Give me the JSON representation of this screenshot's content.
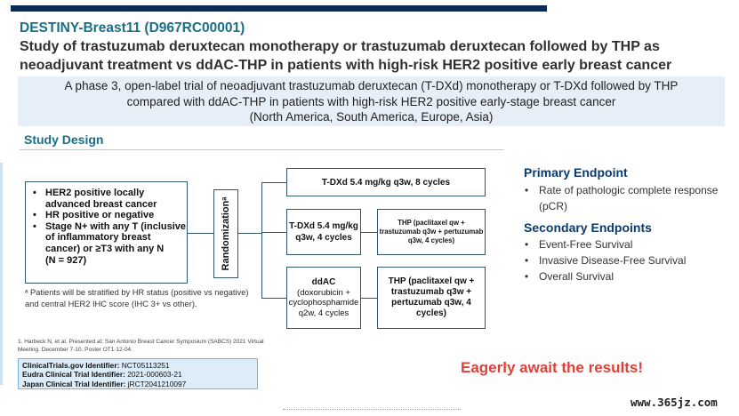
{
  "header": {
    "trial_name": "DESTINY-Breast11 (D967RC00001)",
    "title": "Study of trastuzumab deruxtecan monotherapy or trastuzumab deruxtecan followed by THP as neoadjuvant treatment vs ddAC-THP in patients with high-risk HER2 positive early breast cancer",
    "description_line1": "A phase 3, open-label trial of neoadjuvant trastuzumab deruxtecan (T-DXd) monotherapy or T-DXd followed by THP",
    "description_line2": "compared with ddAC-THP in patients with high-risk HER2 positive early-stage breast cancer",
    "description_line3": "(North America, South America, Europe, Asia)"
  },
  "study_design": {
    "title": "Study Design",
    "eligibility": [
      "HER2 positive locally advanced breast cancer",
      "HR positive or negative",
      "Stage N+ with any T (inclusive of inflammatory breast cancer) or ≥T3 with any N"
    ],
    "sample_size": "(N = 927)",
    "randomization_label": "Randomizationᵃ",
    "footnote": "ᵃ Patients will be stratified by HR status (positive vs negative) and central HER2 IHC score (IHC 3+ vs other).",
    "arms": {
      "arm1": "T-DXd 5.4 mg/kg q3w, 8 cycles",
      "arm2_first": "T-DXd 5.4 mg/kg q3w, 4 cycles",
      "arm2_second": "THP (paclitaxel qw + trastuzumab q3w + pertuzumab q3w, 4 cycles)",
      "arm3_first_title": "ddAC",
      "arm3_first_detail": "(doxorubicin + cyclophosphamide q2w, 4 cycles",
      "arm3_second": "THP (paclitaxel qw + trastuzumab q3w + pertuzumab q3w, 4 cycles)"
    }
  },
  "endpoints": {
    "primary_title": "Primary Endpoint",
    "primary": [
      "Rate of pathologic complete response (pCR)"
    ],
    "secondary_title": "Secondary Endpoints",
    "secondary": [
      "Event-Free Survival",
      "Invasive Disease-Free Survival",
      "Overall Survival"
    ]
  },
  "reference": "1. Harbeck N, et al. Presented at: San Antonio Breast Cancer Symposium (SABCS) 2021 Virtual Meeting. December 7-10. Poster OT1-12-04.",
  "identifiers": {
    "ct_label": "ClinicalTrials.gov Identifier:",
    "ct_value": "NCT05113251",
    "eudra_label": "Eudra Clinical Trial Identifier:",
    "eudra_value": "2021-000603-21",
    "japan_label": "Japan Clinical Trial Identifier:",
    "japan_value": "jRCT2041210097"
  },
  "callout": "Eagerly await the results!",
  "watermark": "www.365jz.com",
  "colors": {
    "trial_name": "#1a6f86",
    "endpoint_title": "#0b3a6e",
    "callout": "#e0403a",
    "description_bg": "#e6eff7",
    "identifier_bg": "#dcecf8"
  }
}
